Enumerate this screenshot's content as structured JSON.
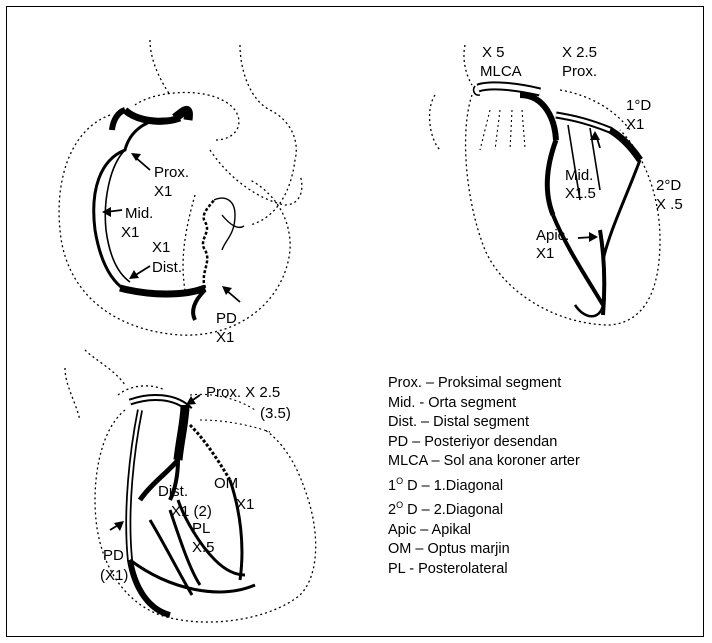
{
  "panels": {
    "rca": {
      "prox": "Prox.",
      "prox_w": "X1",
      "mid": "Mid.",
      "mid_w": "X1",
      "x1": "X1",
      "dist": "Dist.",
      "pd": "PD",
      "pd_w": "X1"
    },
    "lad": {
      "x5": "X 5",
      "mlca": "MLCA",
      "x25": "X 2.5",
      "prox": "Prox.",
      "d1": "1°D",
      "d1_w": "X1",
      "mid": "Mid.",
      "mid_w": "X1.5",
      "d2": "2°D",
      "d2_w": "X .5",
      "apic": "Apic.",
      "apic_w": "X1"
    },
    "lcx": {
      "prox": "Prox. X 2.5",
      "prox_alt": "(3.5)",
      "dist": "Dist.",
      "dist_w": "X1 (2)",
      "om": "OM",
      "om_w": "X1",
      "pl": "PL",
      "pl_w": "X.5",
      "pd": "PD",
      "pd_w": "(X1)"
    }
  },
  "legend": {
    "items": [
      {
        "pre": "Prox. – Proksimal segment"
      },
      {
        "pre": "Mid.  -  Orta segment"
      },
      {
        "pre": "Dist. – Distal segment"
      },
      {
        "pre": "PD – Posteriyor desendan"
      },
      {
        "pre": "MLCA – Sol ana koroner  arter"
      },
      {
        "pre": "1",
        "sup": "O",
        "post": " D – 1.Diagonal"
      },
      {
        "pre": "2",
        "sup": "O",
        "post": " D – 2.Diagonal"
      },
      {
        "pre": "Apic – Apikal"
      },
      {
        "pre": "OM – Optus marjin"
      },
      {
        "pre": "PL - Posterolateral"
      }
    ]
  }
}
